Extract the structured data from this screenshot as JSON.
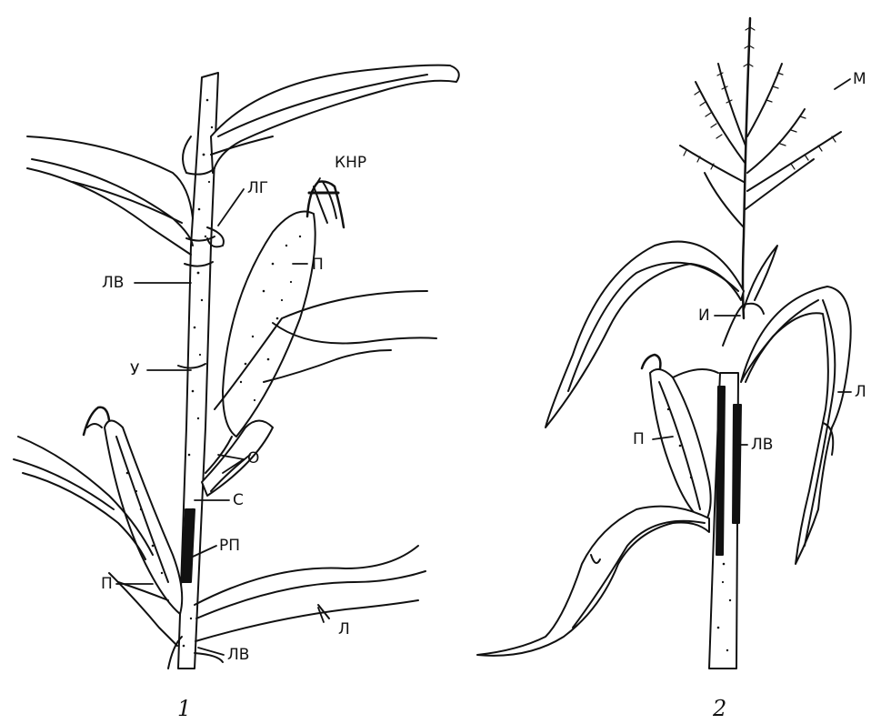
{
  "figure1": {
    "number": "1",
    "labels": {
      "knr": "КНР",
      "lg": "ЛГ",
      "p_upper": "П",
      "lv_upper": "ЛВ",
      "u": "У",
      "o": "О",
      "s": "С",
      "rp": "РП",
      "p_lower": "П",
      "l": "Л",
      "lv_lower": "ЛВ"
    }
  },
  "figure2": {
    "number": "2",
    "labels": {
      "m": "М",
      "i": "И",
      "l": "Л",
      "p": "П",
      "lv": "ЛВ"
    }
  },
  "colors": {
    "ink": "#111111",
    "paper": "#ffffff"
  }
}
